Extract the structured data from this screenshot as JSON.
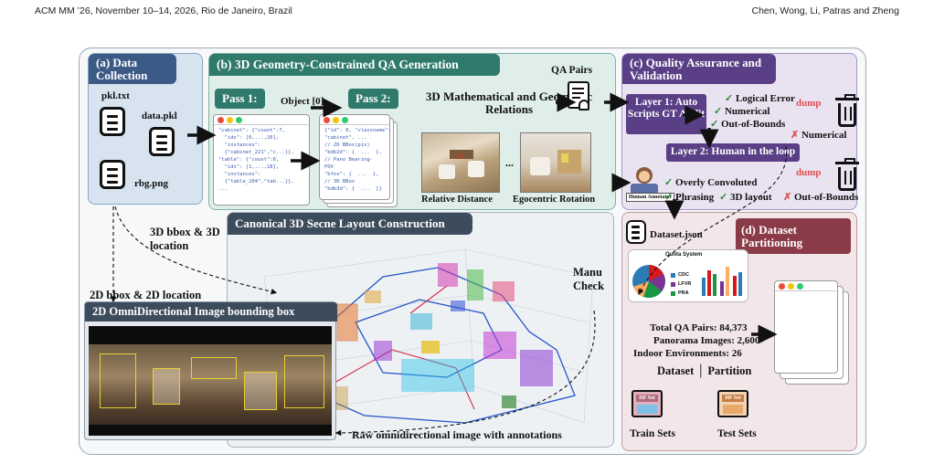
{
  "header": {
    "left": "ACM MM ’26, November 10–14, 2026, Rio de Janeiro, Brazil",
    "right": "Chen, Wong, Li, Patras and Zheng"
  },
  "panel_a": {
    "title": "(a) Data Collection",
    "files": [
      "pkl.txt",
      "data.pkl",
      "rbg.png"
    ]
  },
  "panel_b": {
    "title": "(b) 3D Geometry-Constrained QA Generation",
    "pass1": "Pass 1:",
    "pass2": "Pass 2:",
    "object_label": "Object [0]",
    "relations": "3D Mathematical and Geometric Relations",
    "qa_pairs": "QA Pairs",
    "ellipsis": "...",
    "photo1_caption": "Relative Distance",
    "photo2_caption": "Egocentric Rotation",
    "code1": "\"cabinet\": {\"count\":7,\n  \"ids\": [0,...,26],\n  \"instances\":\n  {\"cabinet_221\",\"c...}},\n\"table\": {\"count\":6,\n  \"ids\": [1,...,18],\n  \"instances\":\n  {\"table_204\",\"tab...}},\n...",
    "code2": "{\"id\": 0, \"classname\":\n\"cabinet\", ...\n// 2D BBox(pix)\n\"bdb2d\": {  ...  },\n// Pano Bearing-\nFOV\n\"bfov\": {  ...  },\n// 3D BBox\n\"bdb3d\": {  ...  }}"
  },
  "panel_c": {
    "title": "(c) Quality Assurance and Validation",
    "layer1": "Layer 1: Auto Scripts GT Audit",
    "checks1": [
      "Logical Error",
      "Numerical",
      "Out-of-Bounds"
    ],
    "dump": "dump",
    "reject1": "Numerical",
    "layer2": "Layer 2: Human in the loop",
    "annotator": "Human Annotator",
    "checks2": [
      "Overly Convoluted",
      "Phrasing",
      "3D layout"
    ],
    "reject2": "Out-of-Bounds"
  },
  "panel_layout": {
    "title": "Canonical 3D Secne Layout Construction",
    "manu_check": "Manu Check",
    "raw_caption": "Raw omnidirectional image with annotations",
    "bbox3d_label": "3D bbox & 3D location",
    "bbox2d_label": "2D bbox & 2D location"
  },
  "panel_omni": {
    "title": "2D OmniDirectional Image bounding box"
  },
  "panel_d": {
    "title": "(d) Dataset Partitioning",
    "dataset_file": "Dataset.json",
    "chart_title": "Quota System",
    "legend": [
      "CDC",
      "LFVR",
      "PRA"
    ],
    "stats": [
      "Total QA Pairs: 84,373",
      "Panorama Images: 2,600",
      "Indoor Environments: 26"
    ],
    "partition_left": "Dataset",
    "partition_right": "Partition",
    "hf_set": "HF Set",
    "train": "Train Sets",
    "test": "Test Sets"
  },
  "colors": {
    "panel_a": "#3b5b86",
    "panel_b": "#2f7a6c",
    "panel_c": "#5a3f86",
    "panel_d": "#8b3a48",
    "layout": "#3d4c5c",
    "check": "#2e8b3a",
    "reject": "#d9534f"
  },
  "icons": [
    "document-icon",
    "code-window-icon",
    "touch-document-icon",
    "trash-icon",
    "annotator-icon",
    "pie-chart-icon",
    "image-set-icon",
    "arrow-icon"
  ]
}
